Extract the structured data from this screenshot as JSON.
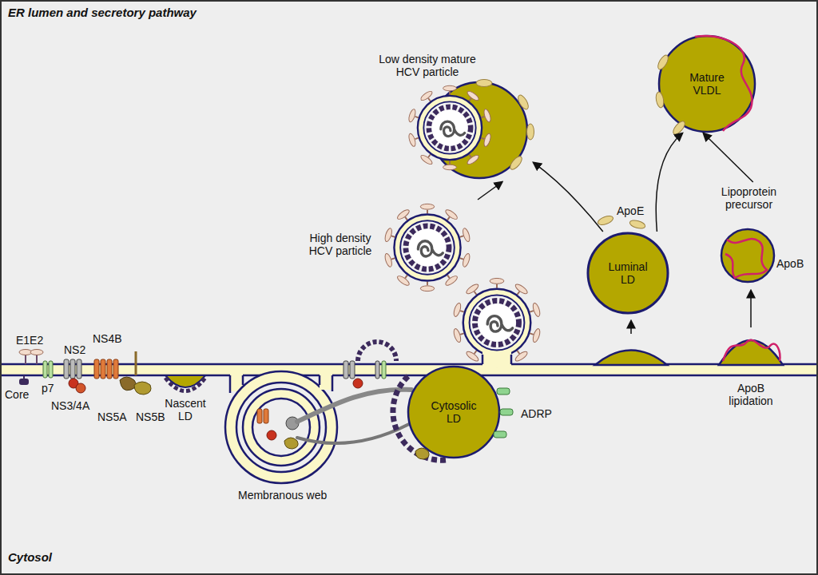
{
  "diagram": {
    "nodes": [
      {
        "text": [
          "Low density mature HCV particle"
        ]
      },
      {
        "text": [
          "Mature VLDL"
        ]
      },
      {
        "text": [
          "High density HCV particle"
        ]
      },
      {
        "text": [
          "Luminal LD"
        ]
      },
      {
        "text": [
          "Lipoprotein precursor"
        ]
      },
      {
        "text": [
          "Cytosolic LD"
        ]
      }
    ],
    "edges": [
      {
        "from": 2,
        "to": 0,
        "arrow": "to"
      },
      {
        "from": 3,
        "to": 0,
        "arrow": "to"
      },
      {
        "from": 3,
        "to": 1,
        "arrow": "to"
      },
      {
        "from": 4,
        "to": 1,
        "arrow": "to"
      }
    ],
    "labels": [
      "ER lumen and secretory pathway",
      "E1E2",
      "NS2",
      "NS4B",
      "Core",
      "p7",
      "NS3/4A",
      "NS5A",
      "NS5B",
      "Nascent LD",
      "Membranous web",
      "ADRP",
      "ApoE",
      "ApoB",
      "ApoB lipidation",
      "Cytosol"
    ]
  }
}
